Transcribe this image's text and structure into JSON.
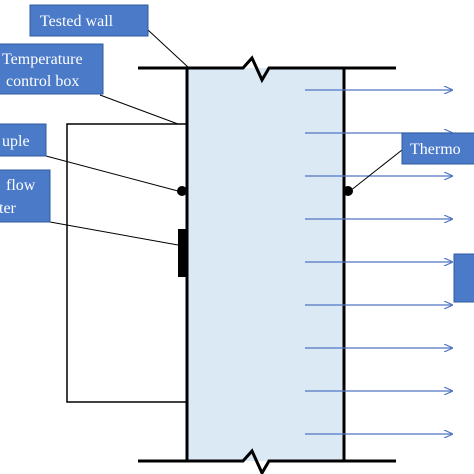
{
  "labels": {
    "tested_wall": "Tested wall",
    "temperature_control_box_line1": "Temperature",
    "temperature_control_box_line2": "control box",
    "thermocouple_left": "uple",
    "heat_flow_meter_line1": "flow",
    "heat_flow_meter_line2": "ter",
    "thermocouple_right": "Thermo"
  },
  "colors": {
    "label_box": "#4a7ac8",
    "label_border": "#2f5b9e",
    "wall_fill": "#dbe9f4",
    "heat_flow_arrow": "#4f74c0",
    "line": "#000000"
  },
  "arrow_count": 9
}
